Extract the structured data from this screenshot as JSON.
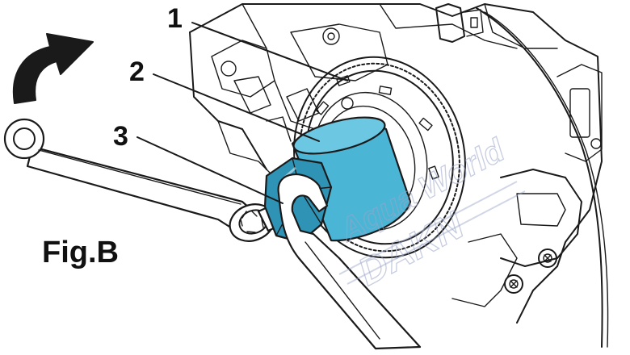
{
  "figure": {
    "label": "Fig.B",
    "callouts": [
      "1",
      "2",
      "3"
    ],
    "watermark": {
      "line1": "Aqua World",
      "line2": "DAKN"
    },
    "colors": {
      "tool_fill": "#4bb5d6",
      "tool_shade": "#2f93b6",
      "line": "#1a1a1a",
      "watermark": "#9aa6c8"
    },
    "icons": [
      "rotation-arrow-icon"
    ]
  }
}
